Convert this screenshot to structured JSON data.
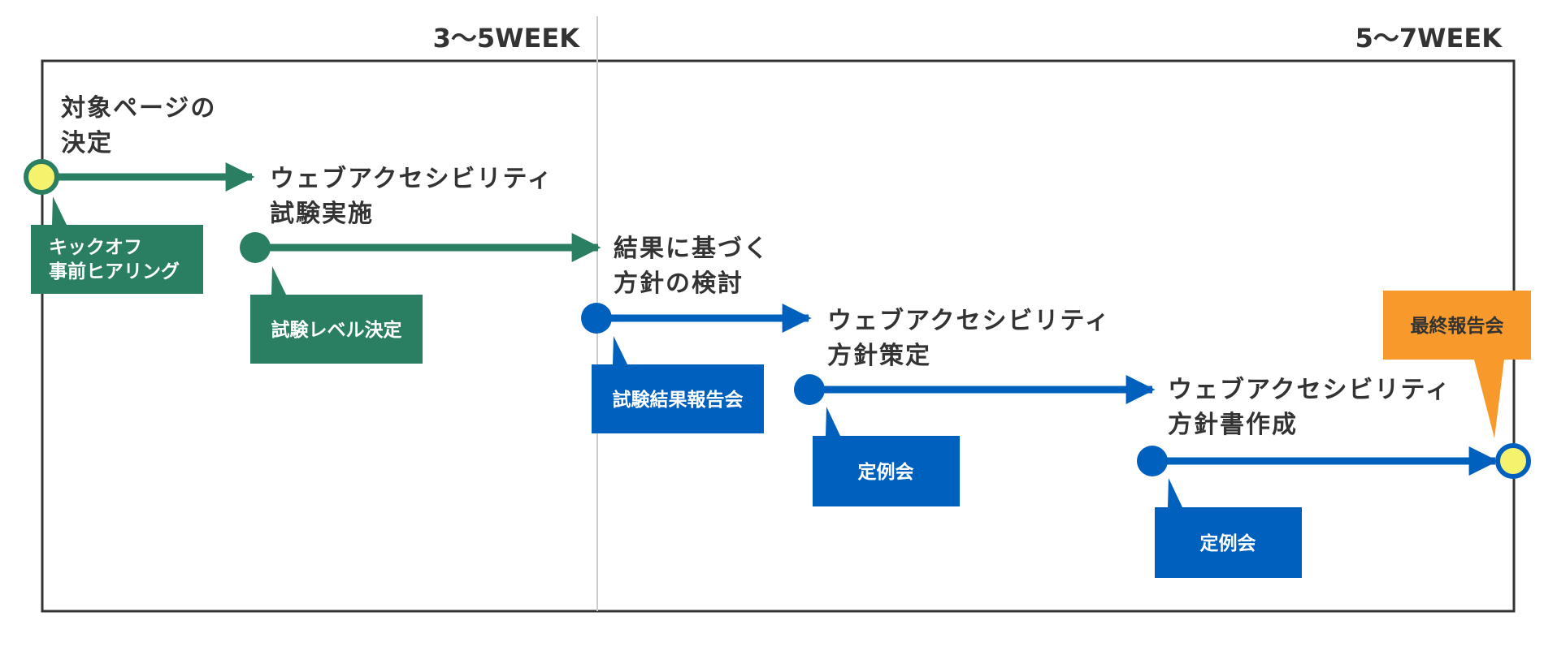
{
  "colors": {
    "green": "#2A7F62",
    "blue": "#0060BE",
    "orange": "#F89A2B",
    "milestone_fill": "#F5F26E",
    "frame": "#333333",
    "divider": "#CCCCCC",
    "text": "#333333"
  },
  "phases": [
    {
      "label": "3〜5WEEK"
    },
    {
      "label": "5〜7WEEK"
    }
  ],
  "steps": [
    {
      "color": "green",
      "start_marker": "milestone",
      "title_lines": [
        "対象ページの",
        "決定"
      ],
      "callout_lines": [
        "キックオフ",
        "事前ヒアリング"
      ]
    },
    {
      "color": "green",
      "start_marker": "dot",
      "title_lines": [
        "ウェブアクセシビリティ",
        "試験実施"
      ],
      "callout_lines": [
        "試験レベル決定"
      ]
    },
    {
      "color": "blue",
      "start_marker": "dot",
      "title_lines": [
        "結果に基づく",
        "方針の検討"
      ],
      "callout_lines": [
        "試験結果報告会"
      ]
    },
    {
      "color": "blue",
      "start_marker": "dot",
      "title_lines": [
        "ウェブアクセシビリティ",
        "方針策定"
      ],
      "callout_lines": [
        "定例会"
      ]
    },
    {
      "color": "blue",
      "start_marker": "dot",
      "title_lines": [
        "ウェブアクセシビリティ",
        "方針書作成"
      ],
      "callout_lines": [
        "定例会"
      ]
    }
  ],
  "final_milestone": {
    "color": "orange",
    "callout_lines": [
      "最終報告会"
    ]
  }
}
